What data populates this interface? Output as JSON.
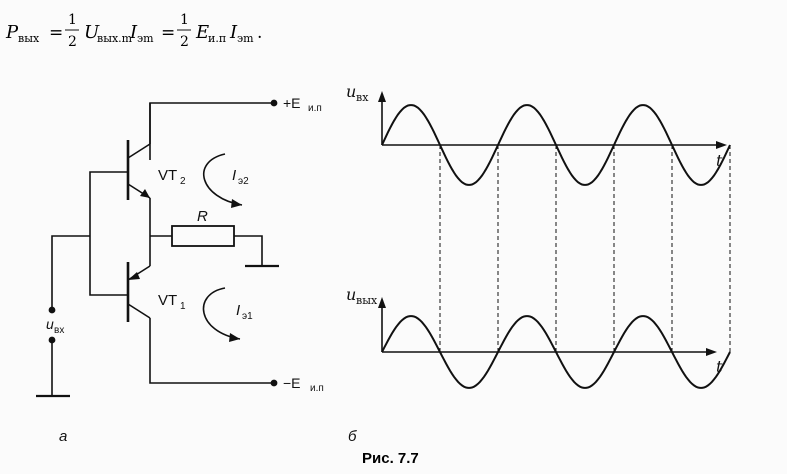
{
  "formula": {
    "lhs": "P",
    "lhs_sub": "вых",
    "eq1": "=",
    "frac1_num": "1",
    "frac1_den": "2",
    "term1_var": "U",
    "term1_sub": "вых.m",
    "term1_var2": "I",
    "term1_sub2": "эm",
    "eq2": "=",
    "frac2_num": "1",
    "frac2_den": "2",
    "term2_var": "E",
    "term2_sub": "и.п",
    "term2_var2": "I",
    "term2_sub2": "эm",
    "period": "."
  },
  "circuit": {
    "top_supply": "+E",
    "top_supply_sub": "и.п",
    "bottom_supply": "−E",
    "bottom_supply_sub": "и.п",
    "vt2": "VT",
    "vt2_sub": "2",
    "vt1": "VT",
    "vt1_sub": "1",
    "i2": "I",
    "i2_sub": "э2",
    "i1": "I",
    "i1_sub": "э1",
    "resistor": "R",
    "input": "u",
    "input_sub": "вх",
    "label": "а"
  },
  "waveforms": {
    "top_axis": "u",
    "top_axis_sub": "вх",
    "bottom_axis": "u",
    "bottom_axis_sub": "вых",
    "time_label": "t",
    "label": "б",
    "input_periods": 3,
    "output_halfwaves_per_period": 2
  },
  "caption": "Рис. 7.7"
}
